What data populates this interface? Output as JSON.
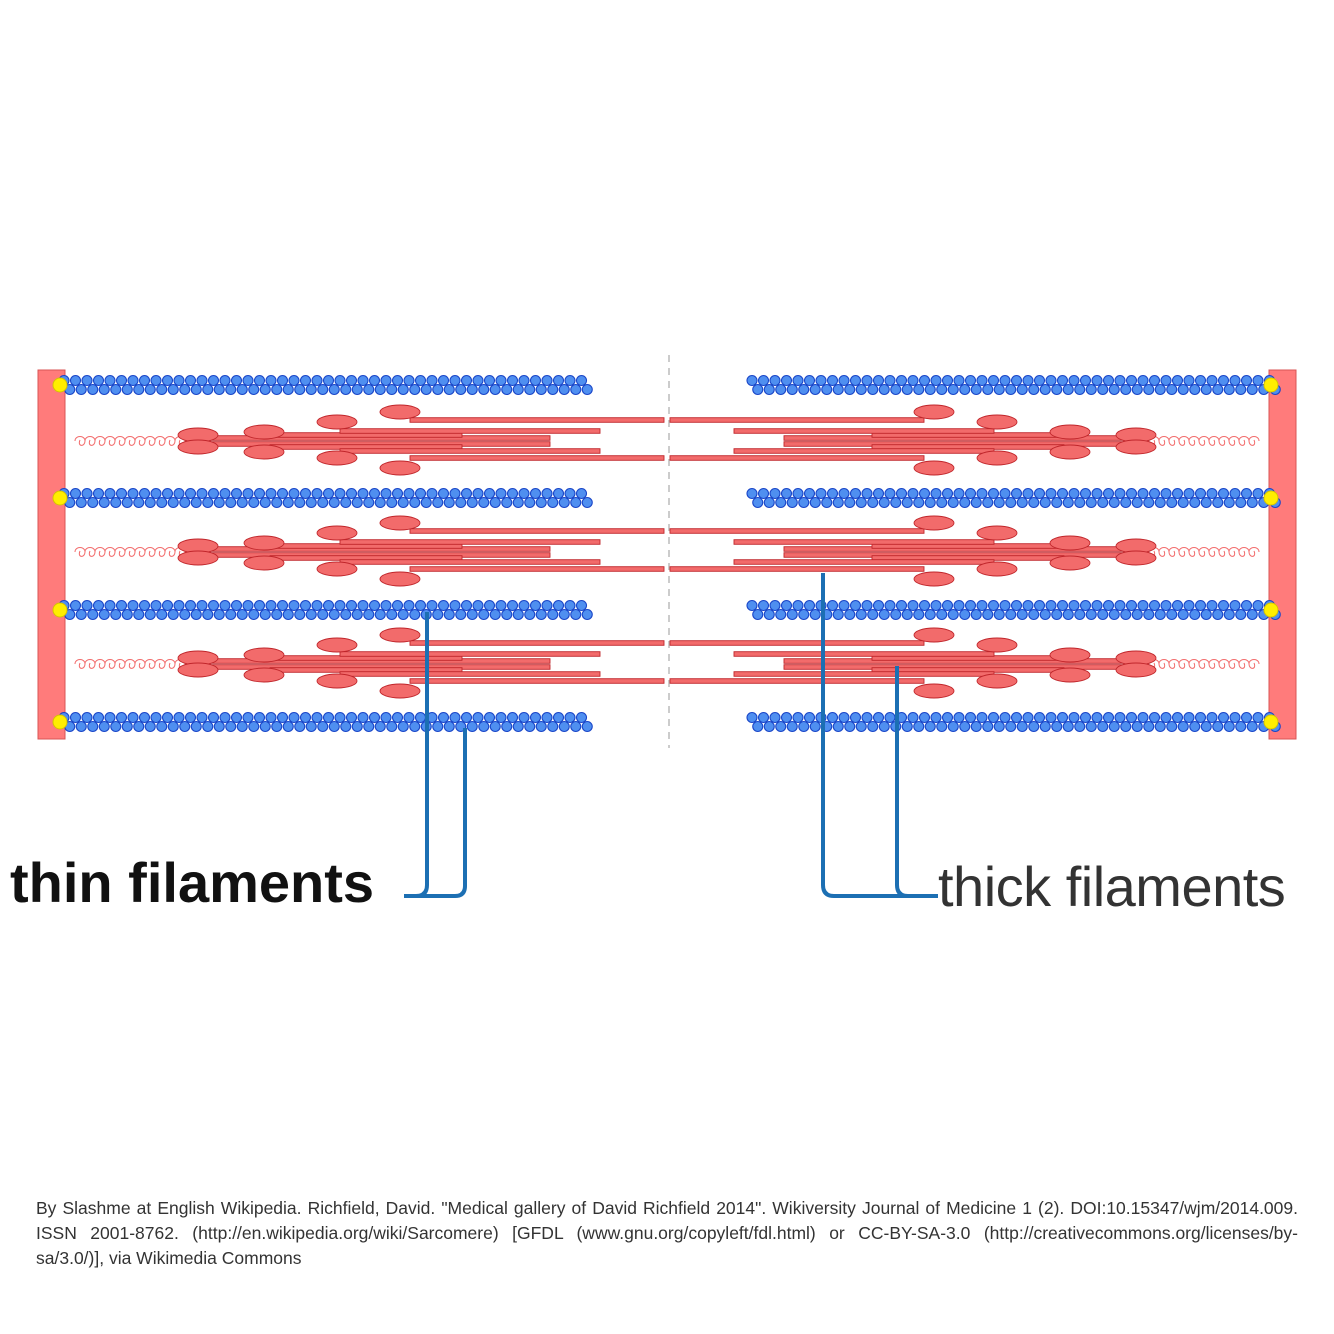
{
  "labels": {
    "thin": "thin filaments",
    "thick": "thick filaments"
  },
  "caption": "By Slashme at English Wikipedia. Richfield, David. \"Medical gallery of David Richfield 2014\". Wikiversity Journal of Medicine 1 (2). DOI:10.15347/wjm/2014.009. ISSN 2001-8762. (http://en.wikipedia.org/wiki/Sarcomere) [GFDL (www.gnu.org/copyleft/fdl.html) or CC-BY-SA-3.0 (http://creativecommons.org/licenses/by-sa/3.0/)], via Wikimedia Commons",
  "colors": {
    "z_disc": "#ff7b7b",
    "actin": "#4f8ff0",
    "actin_outline": "#1a46c8",
    "capping_protein": "#ffee00",
    "myosin": "#f26b6b",
    "myosin_outline": "#c0262b",
    "leader": "#1c6fb3",
    "m_line": "#bbbbbb"
  },
  "structure": {
    "thin_filament_rows": 4,
    "thick_filament_rows": 3
  }
}
